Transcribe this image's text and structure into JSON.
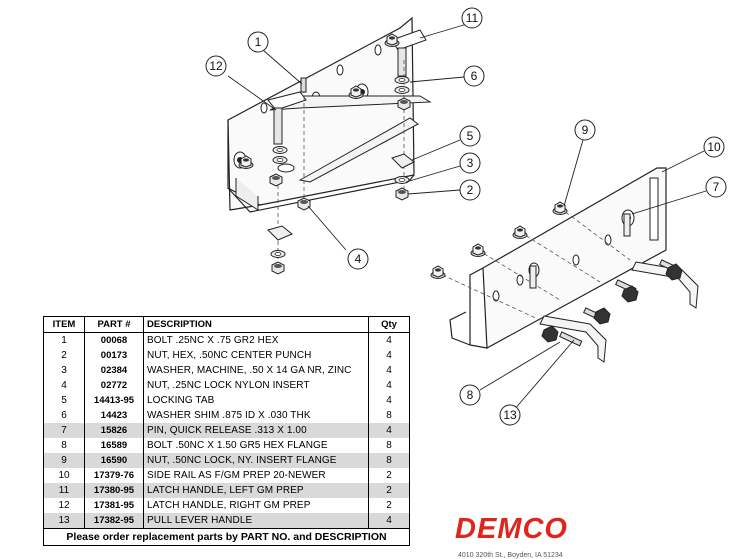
{
  "callouts": [
    {
      "num": "1"
    },
    {
      "num": "2"
    },
    {
      "num": "3"
    },
    {
      "num": "4"
    },
    {
      "num": "5"
    },
    {
      "num": "6"
    },
    {
      "num": "7"
    },
    {
      "num": "8"
    },
    {
      "num": "9"
    },
    {
      "num": "10"
    },
    {
      "num": "11"
    },
    {
      "num": "12"
    },
    {
      "num": "13"
    }
  ],
  "table": {
    "headers": {
      "item": "ITEM",
      "part": "PART #",
      "desc": "DESCRIPTION",
      "qty": "Qty"
    },
    "rows": [
      {
        "item": "1",
        "part": "00068",
        "desc": "BOLT .25NC X .75 GR2 HEX",
        "qty": "4"
      },
      {
        "item": "2",
        "part": "00173",
        "desc": "NUT, HEX, .50NC CENTER PUNCH",
        "qty": "4"
      },
      {
        "item": "3",
        "part": "02384",
        "desc": "WASHER, MACHINE, .50 X 14 GA NR, ZINC",
        "qty": "4"
      },
      {
        "item": "4",
        "part": "02772",
        "desc": "NUT, .25NC LOCK NYLON INSERT",
        "qty": "4"
      },
      {
        "item": "5",
        "part": "14413-95",
        "desc": "LOCKING TAB",
        "qty": "4"
      },
      {
        "item": "6",
        "part": "14423",
        "desc": "WASHER SHIM .875 ID X .030 THK",
        "qty": "8"
      },
      {
        "item": "7",
        "part": "15826",
        "desc": "PIN, QUICK RELEASE .313 X 1.00",
        "qty": "4"
      },
      {
        "item": "8",
        "part": "16589",
        "desc": "BOLT .50NC X 1.50 GR5 HEX FLANGE",
        "qty": "8"
      },
      {
        "item": "9",
        "part": "16590",
        "desc": "NUT, .50NC LOCK, NY. INSERT FLANGE",
        "qty": "8"
      },
      {
        "item": "10",
        "part": "17379-76",
        "desc": "SIDE RAIL AS F/GM PREP 20-NEWER",
        "qty": "2"
      },
      {
        "item": "11",
        "part": "17380-95",
        "desc": "LATCH HANDLE, LEFT GM PREP",
        "qty": "2"
      },
      {
        "item": "12",
        "part": "17381-95",
        "desc": "LATCH HANDLE, RIGHT GM PREP",
        "qty": "2"
      },
      {
        "item": "13",
        "part": "17382-95",
        "desc": "PULL LEVER HANDLE",
        "qty": "4"
      }
    ],
    "footer": "Please order replacement parts by PART NO. and DESCRIPTION"
  },
  "brand": {
    "name": "DEMCO",
    "address": "4010 320th St., Boyden, IA  51234",
    "color": "#e0261c"
  }
}
